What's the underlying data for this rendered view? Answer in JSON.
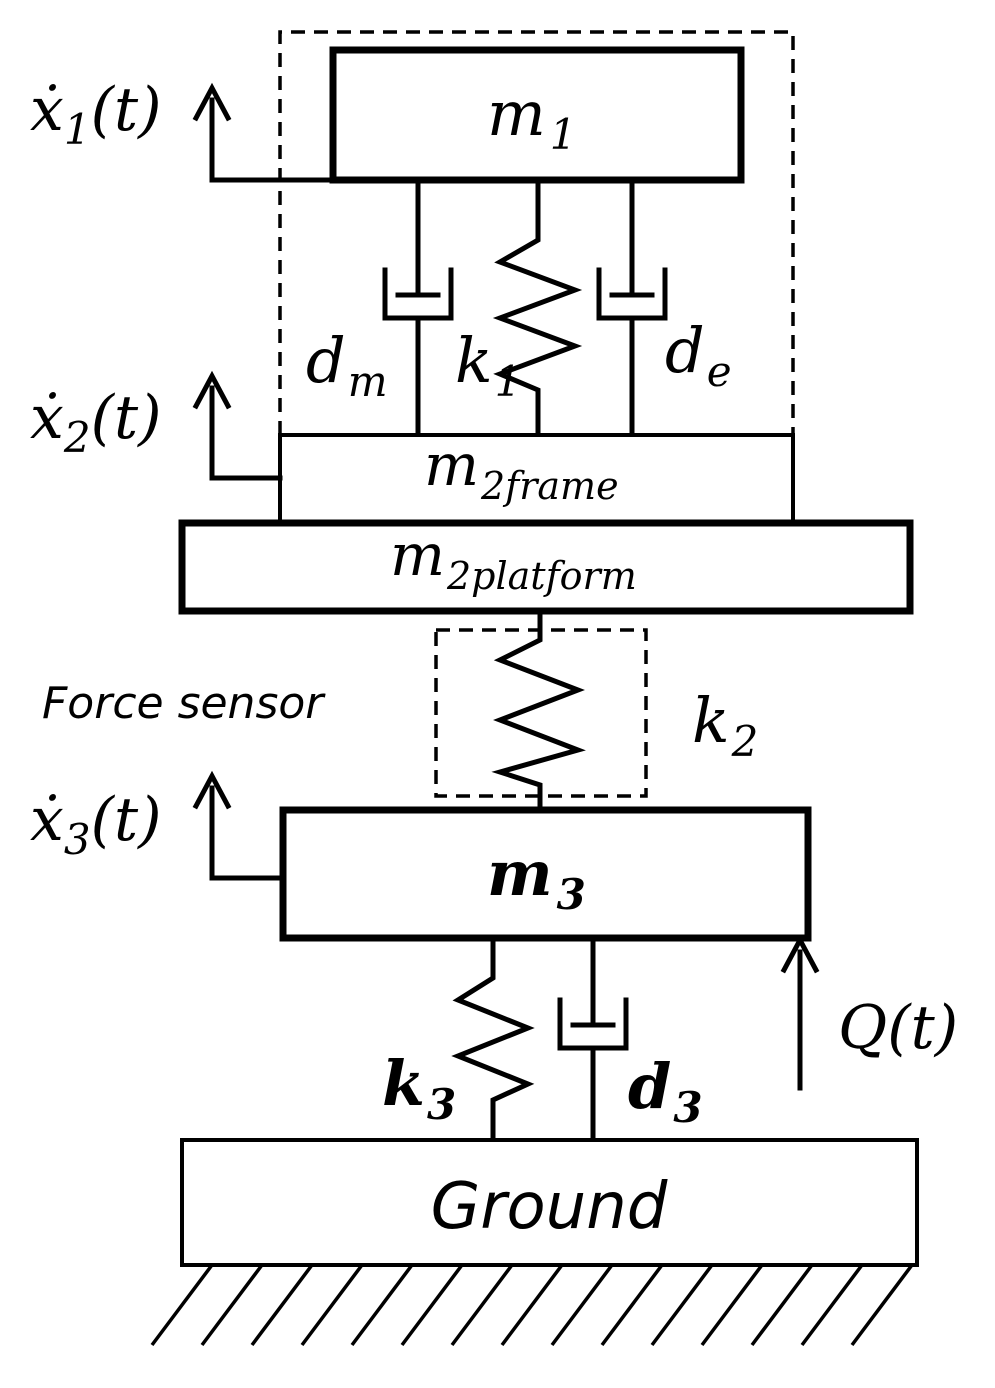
{
  "velocities": {
    "x1": {
      "dot": "ẋ",
      "sub": "1",
      "arg": "(t)"
    },
    "x2": {
      "dot": "ẋ",
      "sub": "2",
      "arg": "(t)"
    },
    "x3": {
      "dot": "ẋ",
      "sub": "3",
      "arg": "(t)"
    }
  },
  "masses": {
    "m1": {
      "base": "m",
      "sub": "1"
    },
    "m2frame": {
      "base": "m",
      "sub": "2frame"
    },
    "m2platform": {
      "base": "m",
      "sub": "2platform"
    },
    "m3": {
      "base": "m",
      "sub": "3"
    }
  },
  "elements": {
    "dm": {
      "base": "d",
      "sub": "m"
    },
    "k1": {
      "base": "k",
      "sub": "1"
    },
    "de": {
      "base": "d",
      "sub": "e"
    },
    "k2": {
      "base": "k",
      "sub": "2"
    },
    "k3": {
      "base": "k",
      "sub": "3"
    },
    "d3": {
      "base": "d",
      "sub": "3"
    }
  },
  "force": {
    "label": "Q(t)"
  },
  "sensor": {
    "label": "Force sensor"
  },
  "ground": {
    "label": "Ground"
  }
}
